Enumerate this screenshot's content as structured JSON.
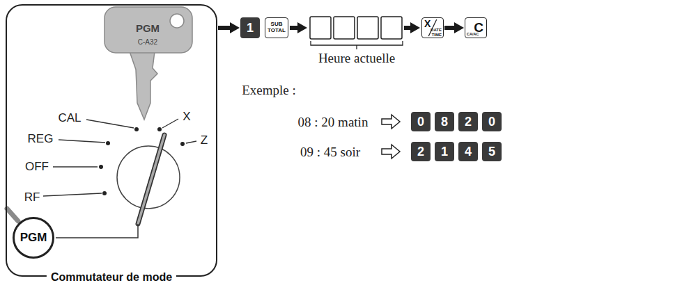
{
  "diagram": {
    "nodes": [
      {
        "text": [
          "Commutateur de mode"
        ]
      },
      {
        "text": [
          "PGM"
        ],
        "in": 0
      },
      {
        "text": [
          "1"
        ]
      },
      {
        "text": [
          "SUB TOTAL"
        ]
      },
      {
        "text": [
          "X",
          "DATE TIME"
        ]
      },
      {
        "text": [
          "C",
          "CA/AC"
        ]
      },
      {
        "text": [
          "0"
        ]
      },
      {
        "text": [
          "8"
        ]
      },
      {
        "text": [
          "2"
        ]
      },
      {
        "text": [
          "0"
        ]
      },
      {
        "text": [
          "2"
        ]
      },
      {
        "text": [
          "1"
        ]
      },
      {
        "text": [
          "4"
        ]
      },
      {
        "text": [
          "5"
        ]
      }
    ],
    "edges": [
      {
        "from": 0,
        "to": 2,
        "arrow": "to"
      },
      {
        "from": 4,
        "to": 5,
        "arrow": "to"
      }
    ],
    "labels": [
      "PGM",
      "C-A32",
      "CAL",
      "X",
      "REG",
      "Z",
      "OFF",
      "RF",
      "Heure actuelle",
      "Exemple :",
      "08 : 20 matin",
      "09 : 45 soir"
    ]
  }
}
